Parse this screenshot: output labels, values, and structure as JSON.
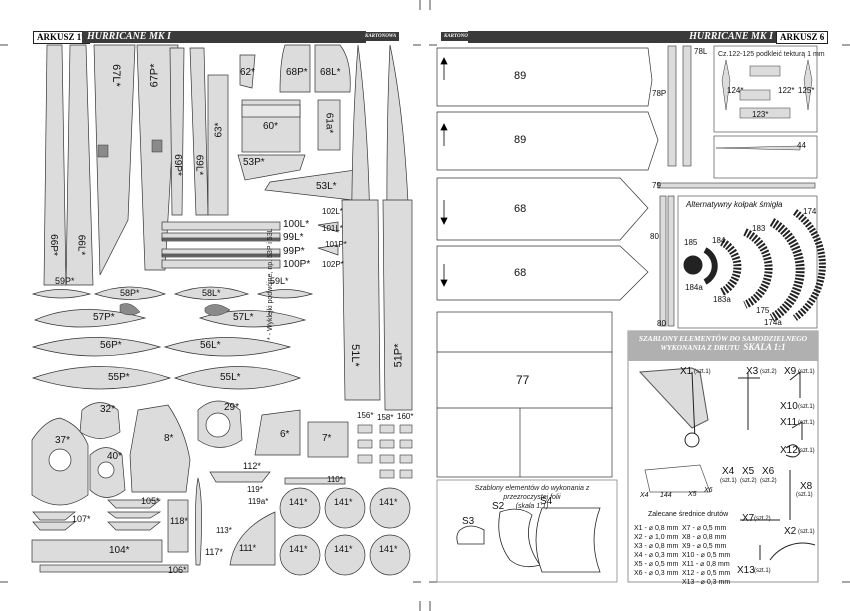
{
  "left_page": {
    "sheet_label": "ARKUSZ 1*",
    "title": "HURRICANE MK I",
    "brand": "KARTONOWA"
  },
  "right_page": {
    "brand": "KARTONOWA",
    "title": "HURRICANE MK I",
    "sheet_label": "ARKUSZ 6",
    "note_top": "Cz.122-125 podkleić tekturą 1 mm",
    "propeller_title": "Alternatywny kołpak śmigła",
    "wire_title_1": "SZABLONY ELEMENTÓW DO SAMODZIELNEGO",
    "wire_title_2": "WYKONANIA Z DRUTU",
    "wire_scale": "SKALA 1:1",
    "foil_note": "Szablony elementów do wykonania z przezroczystej folii",
    "foil_scale": "(skala 1:1)",
    "wire_list_title": "Zalecane średnice drutów",
    "wire_list": [
      "X1 - ⌀ 0,8 mm",
      "X2 - ⌀ 1,0 mm",
      "X3 - ⌀ 0,8 mm",
      "X4 - ⌀ 0,3 mm",
      "X5 - ⌀ 0,5 mm",
      "X6 - ⌀ 0,3 mm"
    ],
    "wire_list_2": [
      "X7 - ⌀ 0,5 mm",
      "X8 - ⌀ 0,8 mm",
      "X9 - ⌀ 0,5 mm",
      "X10 - ⌀ 0,5 mm",
      "X11 - ⌀ 0,8 mm",
      "X12 - ⌀ 0,5 mm",
      "X13 - ⌀ 0,3 mm"
    ]
  },
  "parts_left": {
    "p67L": "67L*",
    "p67P": "67P*",
    "p62": "62*",
    "p68P": "68P*",
    "p68L": "68L*",
    "p60": "60*",
    "p63": "63*",
    "p61a": "61a*",
    "p69P": "69P*",
    "p69L": "69L*",
    "p66P": "66P*",
    "p66L": "66L*",
    "p53P": "53P*",
    "p53L": "53L*",
    "p102L": "102L*",
    "p100L": "100L*",
    "p101L": "101L*",
    "p99L": "99L*",
    "p101P": "101P*",
    "p99P": "99P*",
    "p100P": "100P*",
    "p102P": "102P*",
    "p59P": "59P*",
    "p58P": "58P*",
    "p58L": "58L*",
    "p59L": "59L*",
    "p57P": "57P*",
    "p57L": "57L*",
    "p56P": "56P*",
    "p56L": "56L*",
    "p55P": "55P*",
    "p55L": "55L*",
    "p51L": "51L*",
    "p51P": "51P*",
    "p32": "32*",
    "p29": "29*",
    "p37": "37*",
    "p8": "8*",
    "p40": "40*",
    "p6": "6*",
    "p7": "7*",
    "p156": "156*",
    "p158": "158*",
    "p160": "160*",
    "p112": "112*",
    "p110": "110*",
    "p119": "119*",
    "p119a": "119a*",
    "p113": "113*",
    "p105": "105*",
    "p107": "107*",
    "p118": "118*",
    "p104": "104*",
    "p106": "106*",
    "p117": "117*",
    "p111": "111*",
    "p141": "141*",
    "note_vertical": "* - Wyklejki podwójne, np. 53P i 53L"
  },
  "parts_right": {
    "p89a": "89",
    "p89b": "89",
    "p68a": "68",
    "p68b": "68",
    "p77": "77",
    "p78L": "78L",
    "p78P": "78P",
    "p79": "79",
    "p80a": "80",
    "p80b": "80",
    "p44": "44",
    "p122": "122*",
    "p123": "123*",
    "p124": "124*",
    "p125": "125*",
    "p185": "185",
    "p184": "184",
    "p183": "183",
    "p174": "174",
    "p184a": "184a",
    "p183a": "183a",
    "p175": "175",
    "p174a": "174a",
    "s3": "S3",
    "s2": "S2",
    "s4": "S4",
    "x1": "X1",
    "x3": "X3",
    "x9": "X9",
    "x10": "X10",
    "x11": "X11",
    "x12": "X12",
    "x4": "X4",
    "x5": "X5",
    "x6": "X6",
    "x8": "X8",
    "x7": "X7",
    "x2": "X2",
    "x13": "X13",
    "x4b": "X4",
    "n144": "144",
    "x5b": "X5",
    "x6b": "X6",
    "szt1": "(szt.1)",
    "szt2": "(szt.2)"
  },
  "colors": {
    "part_fill": "#dcdcdc",
    "part_dark": "#9a9a9a",
    "header_bar": "#3a3a3a",
    "panel_bg": "#c8c8c8"
  }
}
